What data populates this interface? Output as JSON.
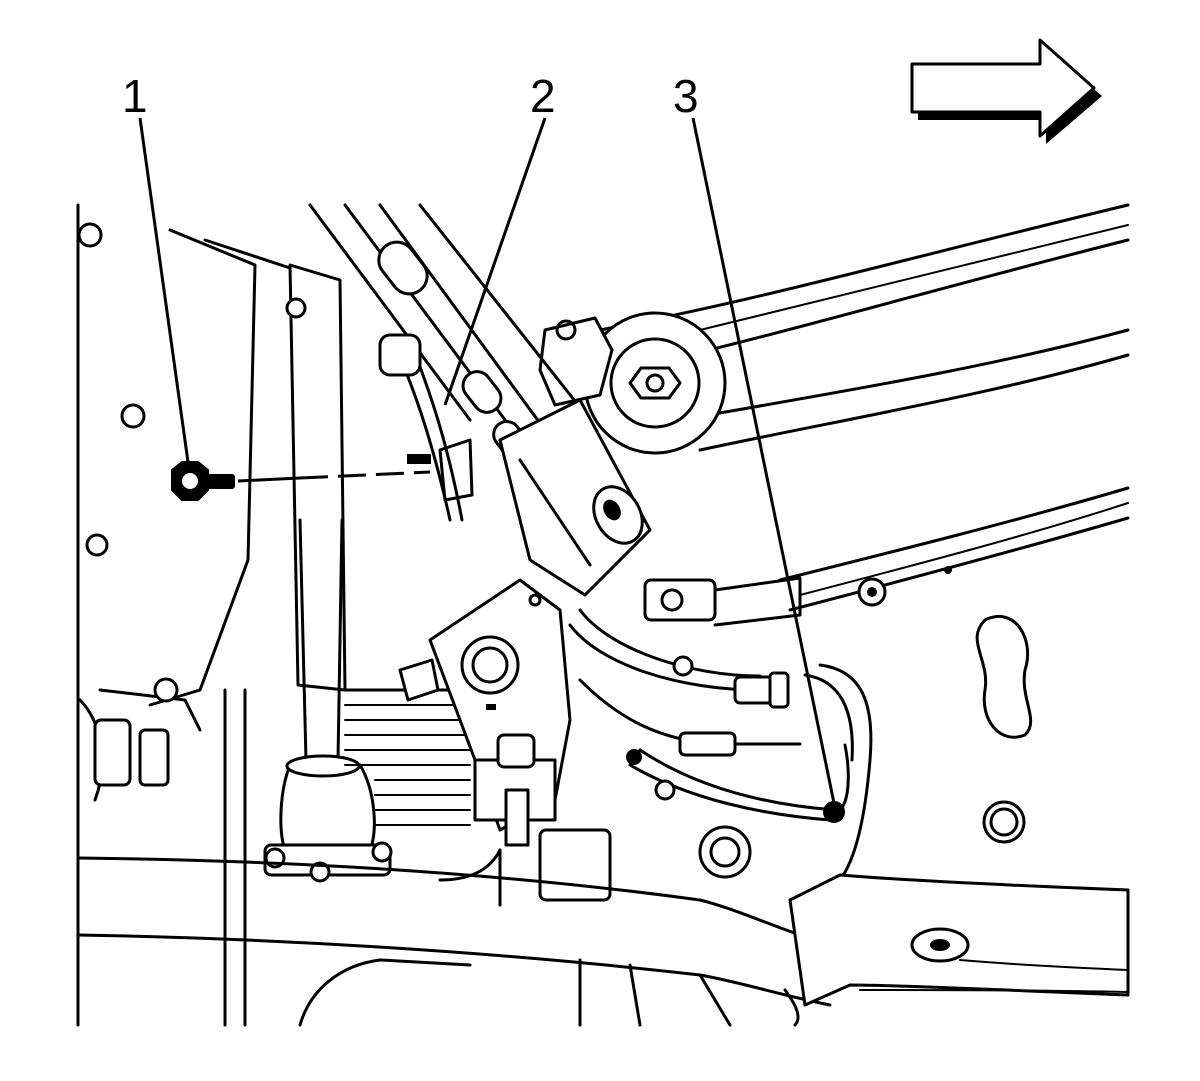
{
  "callouts": [
    {
      "label": "1"
    },
    {
      "label": "2"
    },
    {
      "label": "3"
    }
  ],
  "direction_indicator": {
    "icon": "arrow-right-icon",
    "pointing": "right"
  },
  "colors": {
    "ink": "#000000",
    "paper": "#ffffff"
  }
}
